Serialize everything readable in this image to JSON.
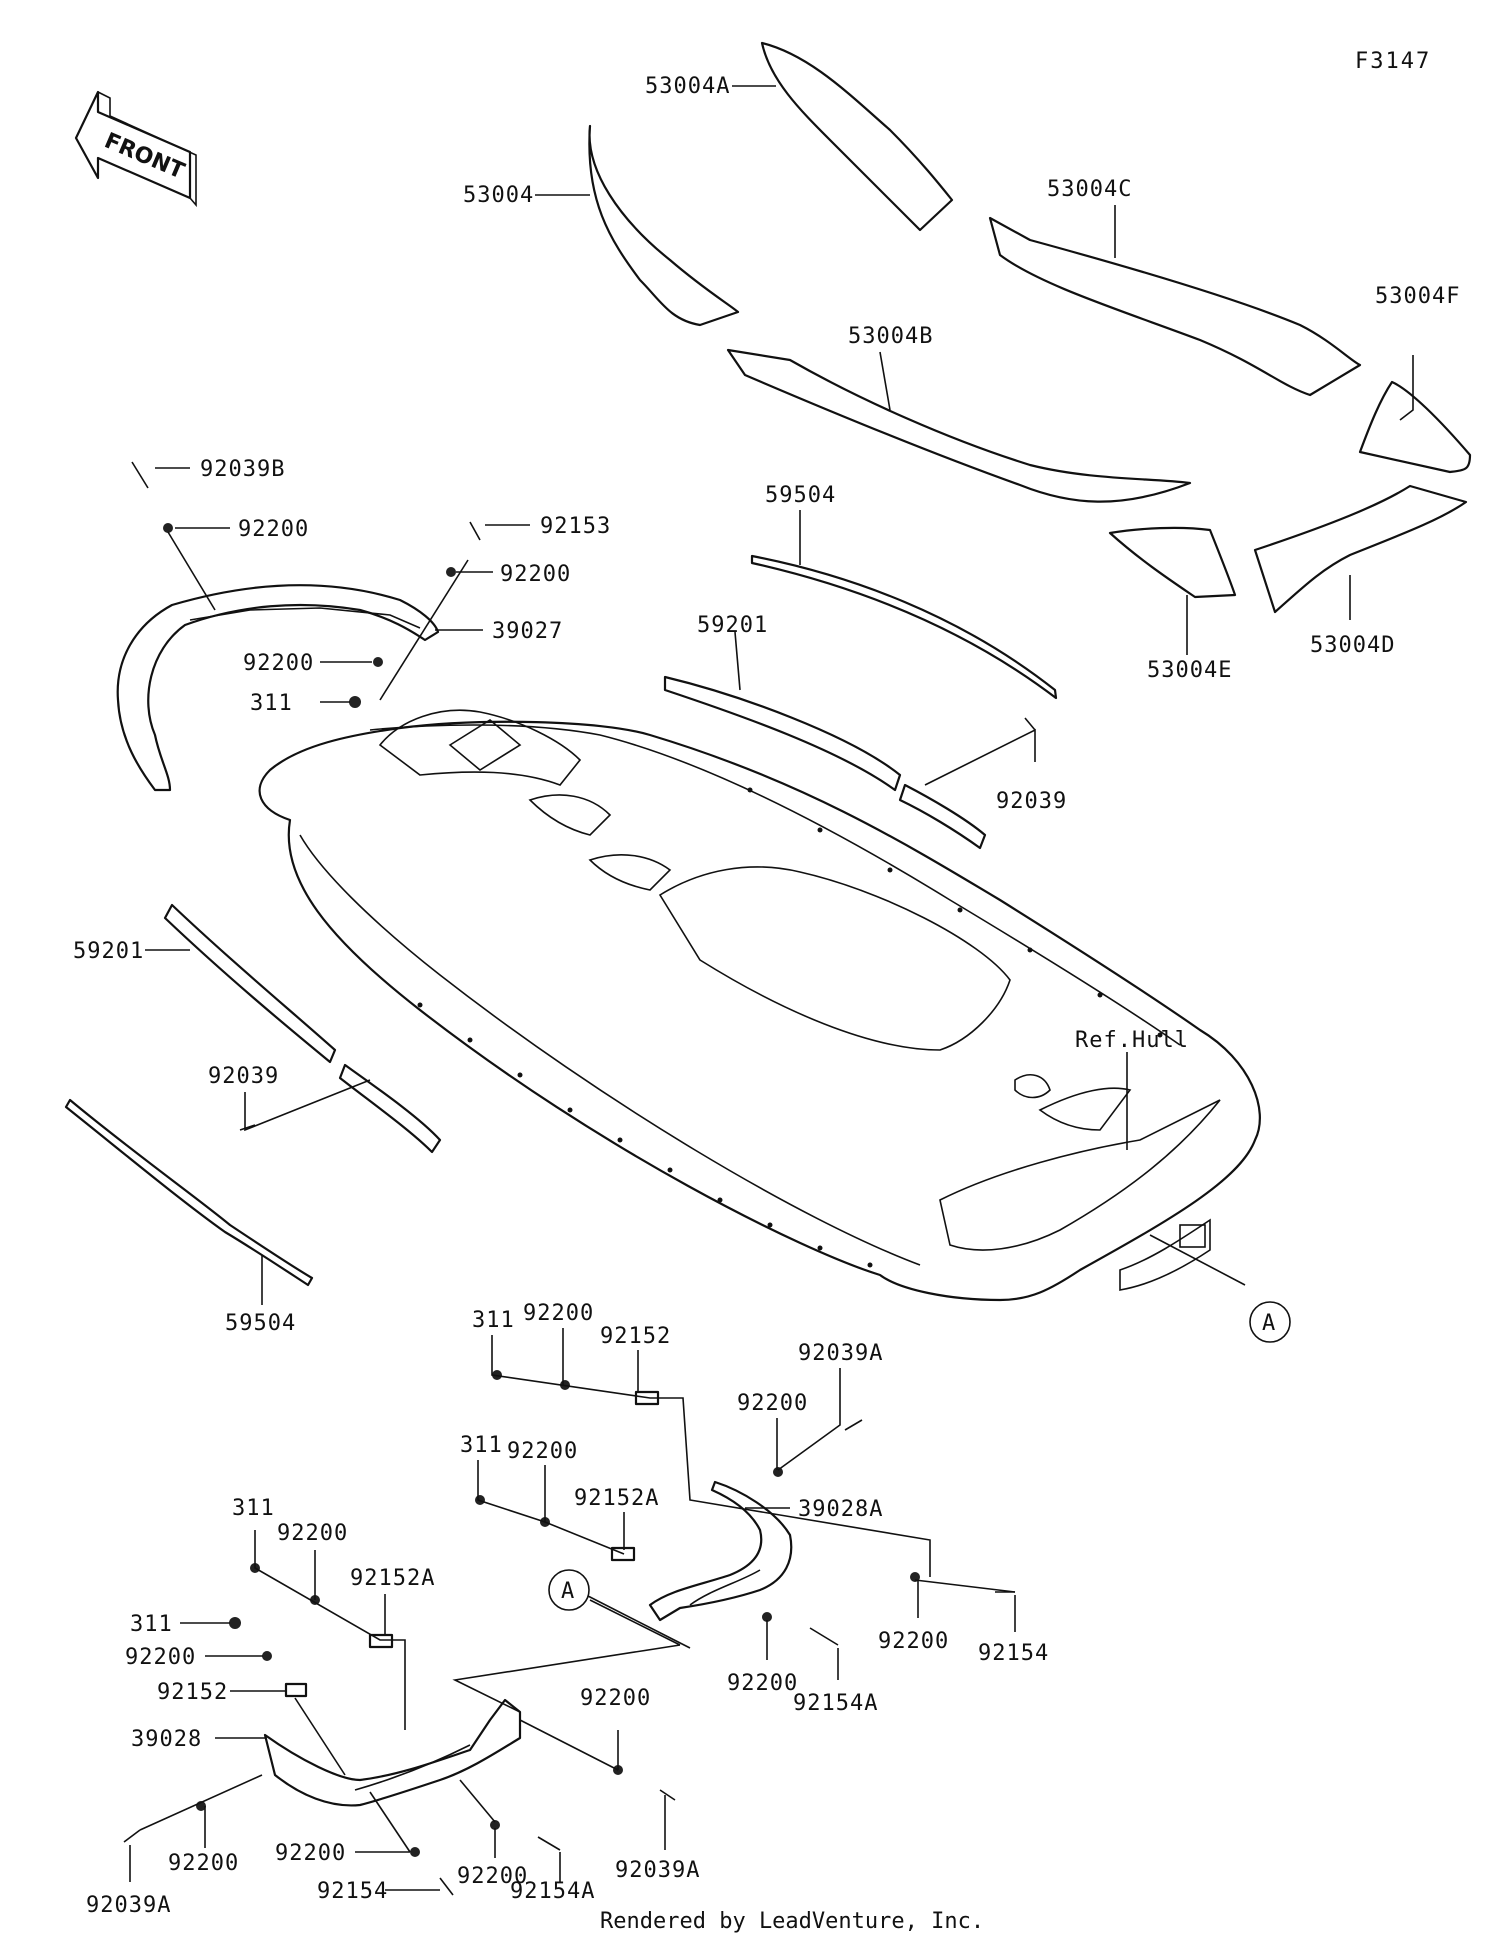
{
  "diagram_code": "F3147",
  "front_arrow_text": "FRONT",
  "footer": "Rendered by LeadVenture, Inc.",
  "ref_hull": "Ref.Hull",
  "ref_marker": "A",
  "labels": {
    "p53004A": "53004A",
    "p53004": "53004",
    "p53004C": "53004C",
    "p53004B": "53004B",
    "p53004F": "53004F",
    "p53004E": "53004E",
    "p53004D": "53004D",
    "p59504_top": "59504",
    "p59201_top": "59201",
    "p92039_top": "92039",
    "p92039B": "92039B",
    "p92200_a": "92200",
    "p92153": "92153",
    "p92200_b": "92200",
    "p39027": "39027",
    "p92200_c": "92200",
    "p311_a": "311",
    "p59201_left": "59201",
    "p92039_left": "92039",
    "p59504_left": "59504",
    "r311_1": "311",
    "r92200_1": "92200",
    "r92152_1": "92152",
    "r92039A_1": "92039A",
    "r92200_2": "92200",
    "r311_2": "311",
    "r92200_3": "92200",
    "r92152A_1": "92152A",
    "r39028A": "39028A",
    "r92200_4": "92200",
    "r92200_5": "92200",
    "r92154_1": "92154",
    "r92154A_1": "92154A",
    "l311_1": "311",
    "l92200_1": "92200",
    "l92152A": "92152A",
    "l311_2": "311",
    "l92200_2": "92200",
    "l92152": "92152",
    "l39028": "39028",
    "l92200_3": "92200",
    "l92200_4": "92200",
    "l92200_5": "92200",
    "l92200_6": "92200",
    "l92039A_1": "92039A",
    "l92154": "92154",
    "l92154A": "92154A",
    "l92039A_2": "92039A"
  }
}
